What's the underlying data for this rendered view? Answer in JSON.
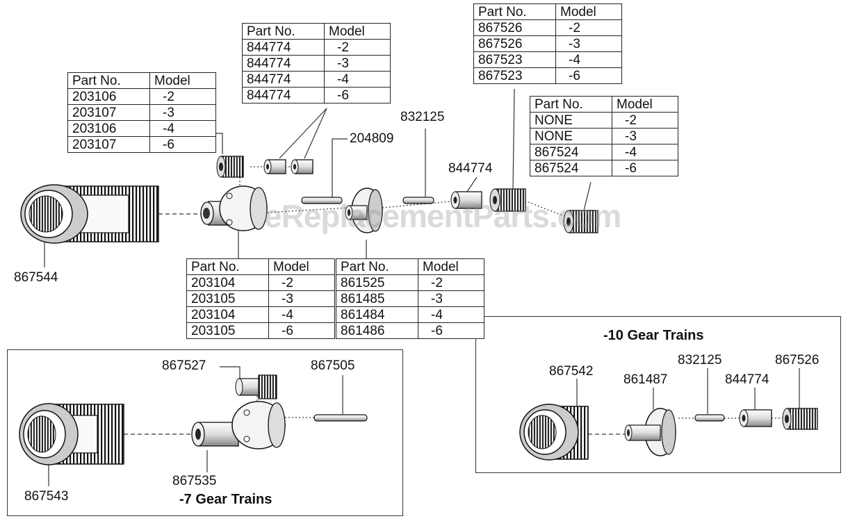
{
  "watermark": "eReplacementParts.com",
  "tables": {
    "t_203106": {
      "header": [
        "Part No.",
        "Model"
      ],
      "rows": [
        [
          "203106",
          "-2"
        ],
        [
          "203107",
          "-3"
        ],
        [
          "203106",
          "-4"
        ],
        [
          "203107",
          "-6"
        ]
      ]
    },
    "t_844774": {
      "header": [
        "Part No.",
        "Model"
      ],
      "rows": [
        [
          "844774",
          "-2"
        ],
        [
          "844774",
          "-3"
        ],
        [
          "844774",
          "-4"
        ],
        [
          "844774",
          "-6"
        ]
      ]
    },
    "t_867526": {
      "header": [
        "Part No.",
        "Model"
      ],
      "rows": [
        [
          "867526",
          "-2"
        ],
        [
          "867526",
          "-3"
        ],
        [
          "867523",
          "-4"
        ],
        [
          "867523",
          "-6"
        ]
      ]
    },
    "t_none": {
      "header": [
        "Part No.",
        "Model"
      ],
      "rows": [
        [
          "NONE",
          "-2"
        ],
        [
          "NONE",
          "-3"
        ],
        [
          "867524",
          "-4"
        ],
        [
          "867524",
          "-6"
        ]
      ]
    },
    "t_203104": {
      "header": [
        "Part No.",
        "Model"
      ],
      "rows": [
        [
          "203104",
          "-2"
        ],
        [
          "203105",
          "-3"
        ],
        [
          "203104",
          "-4"
        ],
        [
          "203105",
          "-6"
        ]
      ]
    },
    "t_861525": {
      "header": [
        "Part No.",
        "Model"
      ],
      "rows": [
        [
          "861525",
          "-2"
        ],
        [
          "861485",
          "-3"
        ],
        [
          "861484",
          "-4"
        ],
        [
          "861486",
          "-6"
        ]
      ]
    }
  },
  "labels": {
    "p204809": "204809",
    "p832125": "832125",
    "p844774": "844774",
    "p867544": "867544",
    "p867527": "867527",
    "p867505": "867505",
    "p867535": "867535",
    "p867543": "867543",
    "p867542": "867542",
    "p861487": "861487",
    "p832125b": "832125",
    "p844774b": "844774",
    "p867526b": "867526"
  },
  "panels": {
    "gear7": {
      "title": "-7 Gear Trains"
    },
    "gear10": {
      "title": "-10 Gear Trains"
    }
  }
}
